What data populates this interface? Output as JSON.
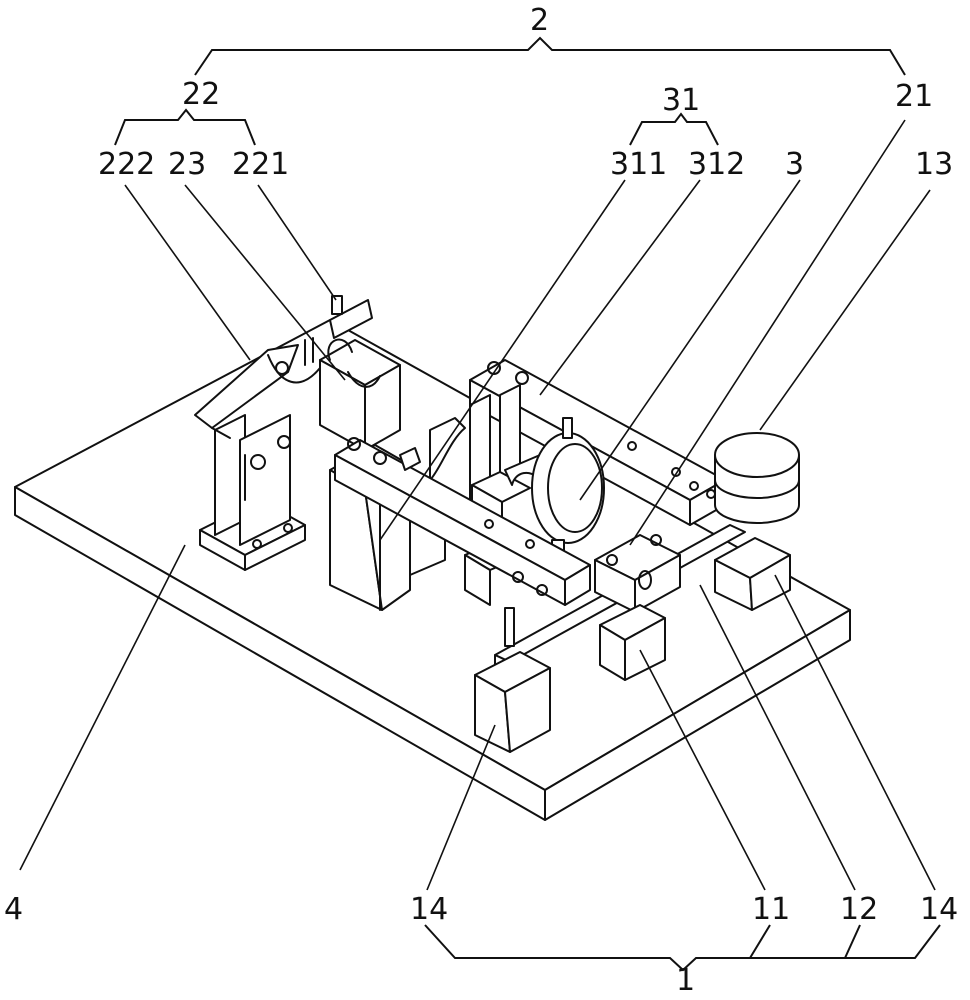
{
  "figure": {
    "labels": {
      "assembly_1": "1",
      "assembly_2": "2",
      "part_3": "3",
      "base_plate_4": "4",
      "part_11": "11",
      "part_12": "12",
      "part_13": "13",
      "part_14_left": "14",
      "part_14_right": "14",
      "group_21": "21",
      "group_22": "22",
      "part_221": "221",
      "part_222": "222",
      "part_23": "23",
      "group_31": "31",
      "part_311": "311",
      "part_312": "312"
    }
  }
}
